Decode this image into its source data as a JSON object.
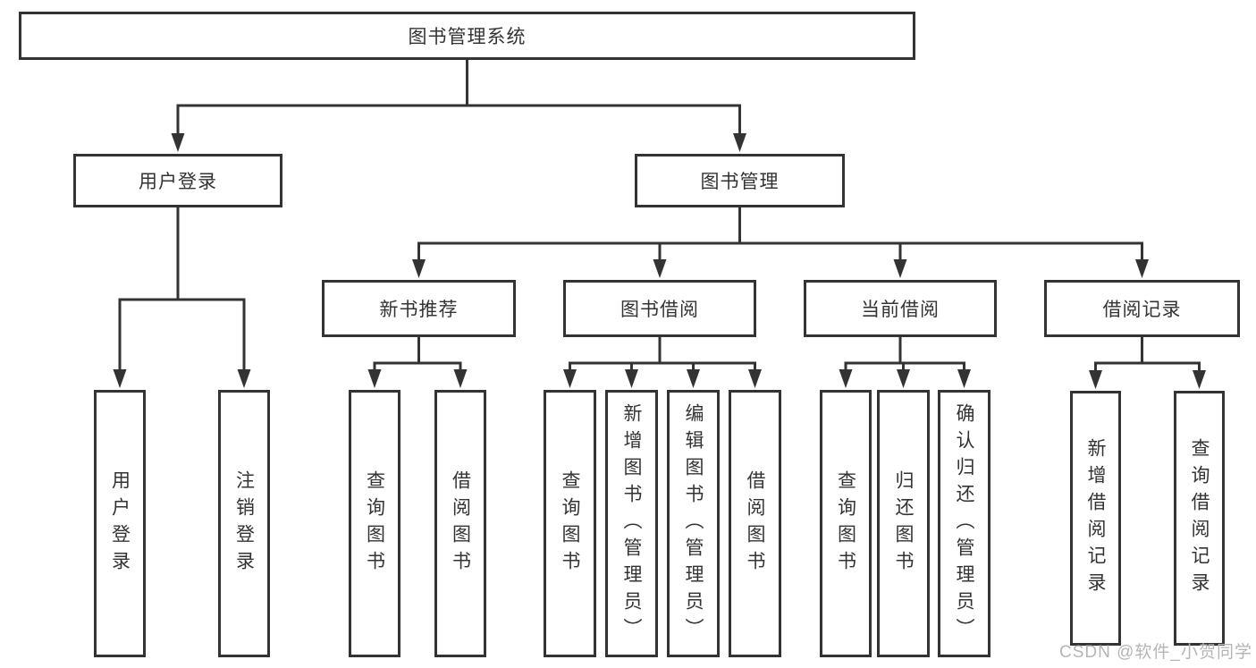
{
  "diagram": {
    "title": "图书管理系统",
    "nodes": [
      {
        "id": "root",
        "label": "图书管理系统",
        "vertical": false,
        "parent": null
      },
      {
        "id": "user-login",
        "label": "用户登录",
        "vertical": false,
        "parent": "root"
      },
      {
        "id": "book-mgmt",
        "label": "图书管理",
        "vertical": false,
        "parent": "root"
      },
      {
        "id": "new-book-rec",
        "label": "新书推荐",
        "vertical": false,
        "parent": "book-mgmt"
      },
      {
        "id": "book-borrow",
        "label": "图书借阅",
        "vertical": false,
        "parent": "book-mgmt"
      },
      {
        "id": "current-borrow",
        "label": "当前借阅",
        "vertical": false,
        "parent": "book-mgmt"
      },
      {
        "id": "borrow-records",
        "label": "借阅记录",
        "vertical": false,
        "parent": "book-mgmt"
      },
      {
        "id": "leaf-user-login",
        "label": "用户登录",
        "vertical": true,
        "parent": "user-login"
      },
      {
        "id": "leaf-logout",
        "label": "注销登录",
        "vertical": true,
        "parent": "user-login"
      },
      {
        "id": "leaf-query-book-1",
        "label": "查询图书",
        "vertical": true,
        "parent": "new-book-rec"
      },
      {
        "id": "leaf-borrow-book-1",
        "label": "借阅图书",
        "vertical": true,
        "parent": "new-book-rec"
      },
      {
        "id": "leaf-query-book-2",
        "label": "查询图书",
        "vertical": true,
        "parent": "book-borrow"
      },
      {
        "id": "leaf-add-book",
        "label": "新增图书（管理员）",
        "vertical": true,
        "parent": "book-borrow"
      },
      {
        "id": "leaf-edit-book",
        "label": "编辑图书（管理员）",
        "vertical": true,
        "parent": "book-borrow"
      },
      {
        "id": "leaf-borrow-book-2",
        "label": "借阅图书",
        "vertical": true,
        "parent": "book-borrow"
      },
      {
        "id": "leaf-query-book-3",
        "label": "查询图书",
        "vertical": true,
        "parent": "current-borrow"
      },
      {
        "id": "leaf-return-book",
        "label": "归还图书",
        "vertical": true,
        "parent": "current-borrow"
      },
      {
        "id": "leaf-confirm-return",
        "label": "确认归还（管理员）",
        "vertical": true,
        "parent": "current-borrow"
      },
      {
        "id": "leaf-add-record",
        "label": "新增借阅记录",
        "vertical": true,
        "parent": "borrow-records"
      },
      {
        "id": "leaf-query-record",
        "label": "查询借阅记录",
        "vertical": true,
        "parent": "borrow-records"
      }
    ]
  },
  "watermark": {
    "text": "CSDN @软件_小贺同学"
  },
  "colors": {
    "line": "#333333",
    "text": "#333333",
    "box_background": "#ffffff",
    "page_background": "#ffffff",
    "watermark": "#b5b5b5"
  }
}
